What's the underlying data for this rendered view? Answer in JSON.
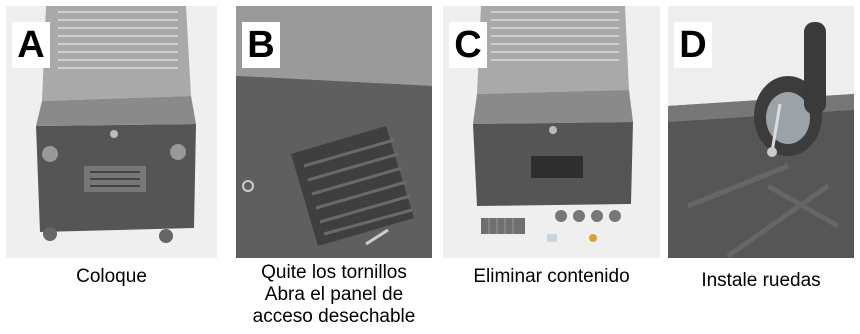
{
  "steps": [
    {
      "letter": "A",
      "caption": [
        "Coloque"
      ]
    },
    {
      "letter": "B",
      "caption": [
        "Quite los tornillos",
        "Abra el panel de",
        "acceso desechable"
      ]
    },
    {
      "letter": "C",
      "caption": [
        "Eliminar contenido"
      ]
    },
    {
      "letter": "D",
      "caption": [
        "Instale ruedas"
      ]
    }
  ],
  "colors": {
    "background": "#ffffff",
    "unit_grey": "#a8a8a8",
    "base_dark": "#555555",
    "badge": "#ffffff",
    "text": "#000000"
  }
}
